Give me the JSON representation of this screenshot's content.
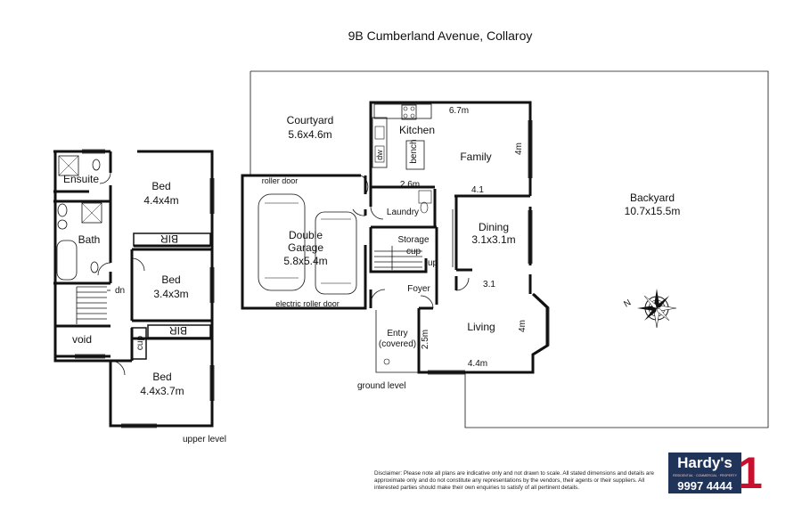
{
  "title": "9B Cumberland Avenue, Collaroy",
  "levels": {
    "upper": "upper level",
    "ground": "ground level"
  },
  "upper_rooms": {
    "ensuite": "Ensuite",
    "bath": "Bath",
    "bed1_name": "Bed",
    "bed1_size": "4.4x4m",
    "bed2_name": "Bed",
    "bed2_size": "3.4x3m",
    "bed3_name": "Bed",
    "bed3_size": "4.4x3.7m",
    "void": "void",
    "dn": "dn",
    "bir1": "BIR",
    "bir2": "BIR",
    "cup": "cup"
  },
  "ground_rooms": {
    "courtyard_name": "Courtyard",
    "courtyard_size": "5.6x4.6m",
    "garage_name1": "Double",
    "garage_name2": "Garage",
    "garage_size": "5.8x5.4m",
    "roller_door": "roller door",
    "electric_roller_door": "electric roller door",
    "kitchen": "Kitchen",
    "family": "Family",
    "bench": "bench",
    "dw": "dw",
    "laundry": "Laundry",
    "storage": "Storage",
    "storage_cup": "cup",
    "up": "up",
    "dining_name": "Dining",
    "dining_size": "3.1x3.1m",
    "foyer": "Foyer",
    "entry1": "Entry",
    "entry2": "(covered)",
    "living": "Living",
    "backyard_name": "Backyard",
    "backyard_size": "10.7x15.5m"
  },
  "dimensions": {
    "d_6_7m": "6.7m",
    "d_4m_family": "4m",
    "d_2_6m": "2.6m",
    "d_4_1": "4.1",
    "d_3_1": "3.1",
    "d_4m_living": "4m",
    "d_2_5m": "2.5m",
    "d_4_4m": "4.4m"
  },
  "compass": {
    "north": "N"
  },
  "disclaimer": "Disclaimer: Please note all plans are indicative only and not drawn to scale. All stated dimensions and details are approximate only and do not constitute any representations by the vendors, their agents or their suppliers. All interested parties should make their own enquiries to satisfy of all pertinent details.",
  "agency": {
    "name": "Hardy's",
    "tagline": "RESIDENTIAL · COMMERCIAL · PROPERTY",
    "phone": "9997 4444",
    "badge": "1"
  },
  "colors": {
    "wall": "#111111",
    "brand_navy": "#20345a",
    "brand_red": "#c8102e"
  }
}
